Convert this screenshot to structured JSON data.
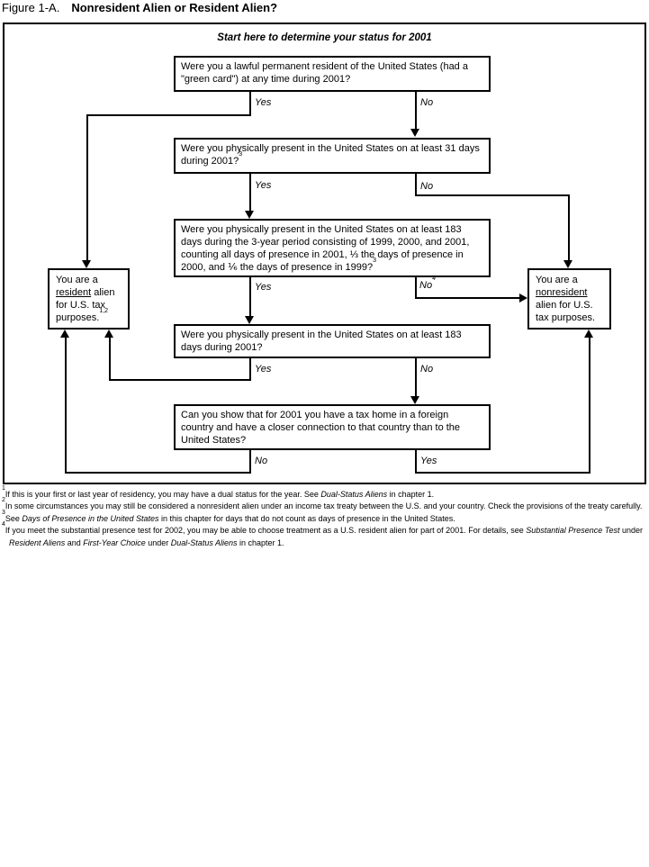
{
  "title": {
    "figure_label": "Figure 1-A.",
    "heading": "Nonresident Alien or Resident Alien?"
  },
  "flowchart": {
    "start_instruction": "Start here to determine your status for 2001",
    "questions": {
      "green_card": {
        "text": "Were you a lawful permanent resident of the United States (had a \"green card\") at any time during 2001?"
      },
      "present_31_days": {
        "text": "Were you physically present in the United States on at least 31 days during 2001?",
        "superscript": "3"
      },
      "present_183_3yr": {
        "text": "Were you physically present in the United States on at least 183 days during the 3-year period consisting of 1999, 2000, and 2001, counting all days of presence in 2001, ⅓ the days of presence in 2000, and ⅙ the days of presence in 1999?",
        "superscript": "3"
      },
      "present_183_2001": {
        "text": "Were you physically present in the United States on at least 183 days during 2001?"
      },
      "tax_home": {
        "text": "Can you show that for 2001 you have a tax home in a foreign country and have a closer connection to that country than to the United States?"
      }
    },
    "results": {
      "resident": {
        "pre": "You are a ",
        "underlined": "resident",
        "post": " alien for U.S. tax purposes.",
        "superscript": "1,2"
      },
      "nonresident": {
        "pre": "You are a ",
        "underlined": "nonresident",
        "post": " alien for U.S. tax purposes."
      }
    },
    "labels": {
      "q1_yes": "Yes",
      "q1_no": "No",
      "q2_yes": "Yes",
      "q2_no": "No",
      "q3_yes": "Yes",
      "q3_no": "No",
      "q3_no_sup": "4",
      "q4_yes": "Yes",
      "q4_no": "No",
      "q5_no": "No",
      "q5_yes": "Yes"
    }
  },
  "footnotes": {
    "fn1": {
      "marker": "1",
      "seg1": "If this is your first or last year of residency, you may have a dual status for the year. See ",
      "seg2_italic": "Dual-Status Aliens",
      "seg3": " in chapter 1."
    },
    "fn2": {
      "marker": "2",
      "seg1": "In some circumstances you may still be considered a nonresident alien under an income tax treaty between the U.S. and your country. Check the provisions of the treaty carefully."
    },
    "fn3": {
      "marker": "3",
      "seg1": "See ",
      "seg2_italic": "Days of Presence in the United States",
      "seg3": " in this chapter for days that do not count as days of presence in the United States."
    },
    "fn4": {
      "marker": "4",
      "seg1": "If you meet the substantial presence test for 2002, you may be able to choose treatment as a U.S. resident alien for part of 2001. For details, see ",
      "seg2_italic": "Substantial Presence Test",
      "seg3": " under ",
      "seg4_italic": "Resident Aliens",
      "seg5": " and ",
      "seg6_italic": "First-Year Choice",
      "seg7": " under ",
      "seg8_italic": "Dual-Status Aliens",
      "seg9": " in chapter 1."
    }
  }
}
